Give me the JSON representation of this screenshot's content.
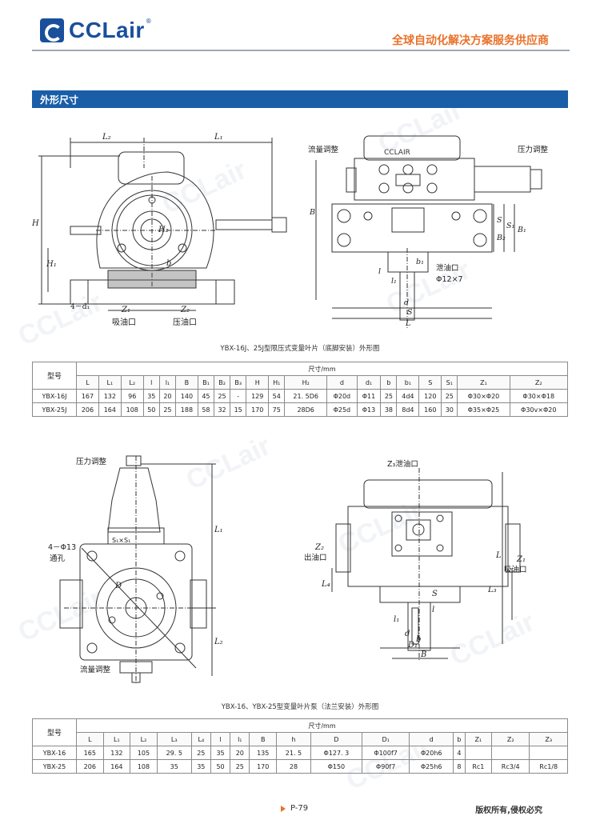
{
  "header": {
    "brand": "CCLair",
    "reg_mark": "®",
    "slogan": "全球自动化解决方案服务供应商"
  },
  "section": {
    "title": "外形尺寸"
  },
  "watermark_text": "CCLair",
  "diagram1": {
    "labels": {
      "l2": "L₂",
      "l1": "L₁",
      "h": "H",
      "h1": "H₁",
      "h2": "H₂",
      "b": "b",
      "d1": "4－d₁",
      "z1": "Z₁",
      "z2": "Z₂",
      "suction": "吸油口",
      "pressure_port": "压油口",
      "flow_adj": "流量调整",
      "pressure_adj": "压力调整",
      "nameplate": "CCLAIR",
      "bigB": "B",
      "bigB1": "B₁",
      "bigB2": "B₂",
      "s1": "S₁",
      "s": "S",
      "b1": "b₁",
      "drain": "泄油口",
      "drain_size": "Φ12×7",
      "small_l": "l",
      "small_l1": "l₁",
      "small_d": "d",
      "small_s": "S",
      "bigL": "L"
    },
    "caption": "YBX-16J、25J型限压式变量叶片（底脚安装）外形图"
  },
  "table1": {
    "model_header": "型号",
    "unit_header": "尺寸/mm",
    "columns": [
      "L",
      "L₁",
      "L₂",
      "l",
      "l₁",
      "B",
      "B₁",
      "B₂",
      "B₃",
      "H",
      "H₁",
      "H₂",
      "d",
      "d₁",
      "b",
      "b₁",
      "S",
      "S₁",
      "Z₁",
      "Z₂"
    ],
    "rows": [
      {
        "model": "YBX-16J",
        "values": [
          "167",
          "132",
          "96",
          "35",
          "20",
          "140",
          "45",
          "25",
          "-",
          "129",
          "54",
          "21. 5D6",
          "Φ20d",
          "Φ11",
          "25",
          "4d4",
          "120",
          "25",
          "Φ30×Φ20",
          "Φ30×Φ18"
        ]
      },
      {
        "model": "YBX-25J",
        "values": [
          "206",
          "164",
          "108",
          "50",
          "25",
          "188",
          "58",
          "32",
          "15",
          "170",
          "75",
          "28D6",
          "Φ25d",
          "Φ13",
          "38",
          "8d4",
          "160",
          "30",
          "Φ35×Φ25",
          "Φ30v×Φ20"
        ]
      }
    ]
  },
  "diagram2": {
    "labels": {
      "pressure_adj": "压力调整",
      "holes": "4－Φ13",
      "through": "通孔",
      "s_label": "S₁×S₁",
      "d": "D",
      "l1": "L₁",
      "l2": "L₂",
      "flow_adj": "流量调整",
      "z3": "Z₃泄油口",
      "z2": "Z₂",
      "outlet": "出油口",
      "z1": "Z₁",
      "inlet": "吸油口",
      "l": "L",
      "l3": "L₃",
      "l4": "L₄",
      "bigB": "B",
      "d1": "D₁",
      "small_b": "b",
      "small_d": "d",
      "small_l": "l",
      "small_l1": "l₁",
      "s": "S"
    },
    "caption": "YBX-16、YBX-25型变量叶片泵（法兰安装）外形图"
  },
  "table2": {
    "model_header": "型号",
    "unit_header": "尺寸/mm",
    "columns": [
      "L",
      "L₁",
      "L₂",
      "L₃",
      "L₄",
      "l",
      "l₁",
      "B",
      "h",
      "D",
      "D₁",
      "d",
      "b",
      "Z₁",
      "Z₂",
      "Z₃"
    ],
    "rows": [
      {
        "model": "YBX-16",
        "values": [
          "165",
          "132",
          "105",
          "29. 5",
          "25",
          "35",
          "20",
          "135",
          "21. 5",
          "Φ127. 3",
          "Φ100f7",
          "Φ20h6",
          "4",
          "",
          "",
          ""
        ]
      },
      {
        "model": "YBX-25",
        "values": [
          "206",
          "164",
          "108",
          "35",
          "35",
          "50",
          "25",
          "170",
          "28",
          "Φ150",
          "Φ90f7",
          "Φ25h6",
          "8",
          "Rc1",
          "Rc3/4",
          "Rc1/8"
        ]
      }
    ]
  },
  "footer": {
    "page": "P-79",
    "copyright": "版权所有,侵权必究"
  }
}
